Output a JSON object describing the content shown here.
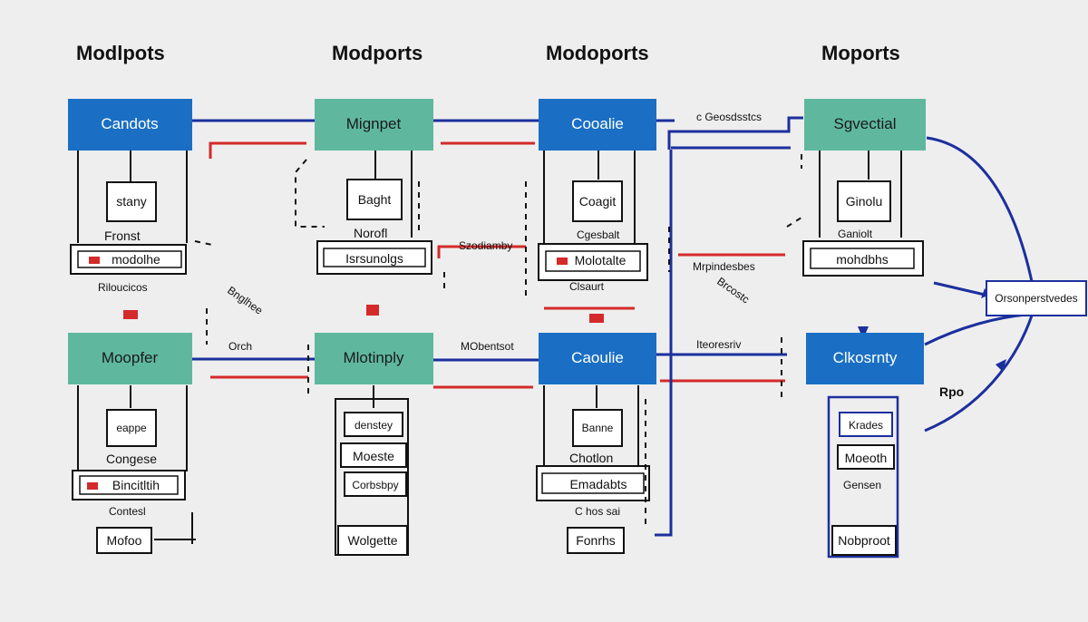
{
  "colors": {
    "blue": "#1a6fc4",
    "teal": "#5fb89e",
    "navy": "#1c2f9e",
    "red": "#d42a2a",
    "black": "#111111",
    "background": "#eeeeee"
  },
  "columns": [
    {
      "title": "Modlpots",
      "top_box": "Candots",
      "sub1": "stany",
      "cap1": "Fronst",
      "bar1": "modolhe",
      "cap2": "Riloucicos",
      "bottom_box": "Moopfer",
      "sub2": "eappe",
      "cap3": "Congese",
      "bar2": "Bincitltih",
      "cap4": "Contesl",
      "sub3": "Mofoo"
    },
    {
      "title": "Modports",
      "top_box": "Mignpet",
      "sub1": "Baght",
      "cap1": "Norofl",
      "bar1": "Isrsunolgs",
      "cap2": "",
      "bottom_box": "Mlotinply",
      "sub2": "denstey",
      "cap3": "Moeste",
      "bar2": "Corbsbpy",
      "cap4": "",
      "sub3": "Wolgette"
    },
    {
      "title": "Modoports",
      "top_box": "Cooalie",
      "sub1": "Coagit",
      "cap1": "Cgesbalt",
      "bar1": "Molotalte",
      "cap2": "Clsaurt",
      "bottom_box": "Caoulie",
      "sub2": "Banne",
      "cap3": "Chotlon",
      "bar2": "Emadabts",
      "cap4": "C hos sai",
      "sub3": "Fonrhs"
    },
    {
      "title": "Moports",
      "top_box": "Sgvectial",
      "sub1": "Ginolu",
      "cap1": "Ganiolt",
      "bar1": "mohdbhs",
      "cap2": "",
      "bottom_box": "Clkosrnty",
      "sub2": "Krades",
      "cap3": "",
      "bar2": "Moeoth",
      "cap4": "Gensen",
      "sub3": "Nobproot"
    }
  ],
  "connectors": {
    "top_row_1": "c Geosdsstcs",
    "mid_1": "Szodiamby",
    "mid_2": "Mrpindesbes",
    "bottom_1": "Orch",
    "bottom_2": "MObentsot",
    "bottom_3": "Iteoresriv",
    "diag_1": "Bnglhee",
    "diag_2": "Brcostc",
    "side_box": "Orsonperstvedes",
    "side_label": "Rpo"
  }
}
